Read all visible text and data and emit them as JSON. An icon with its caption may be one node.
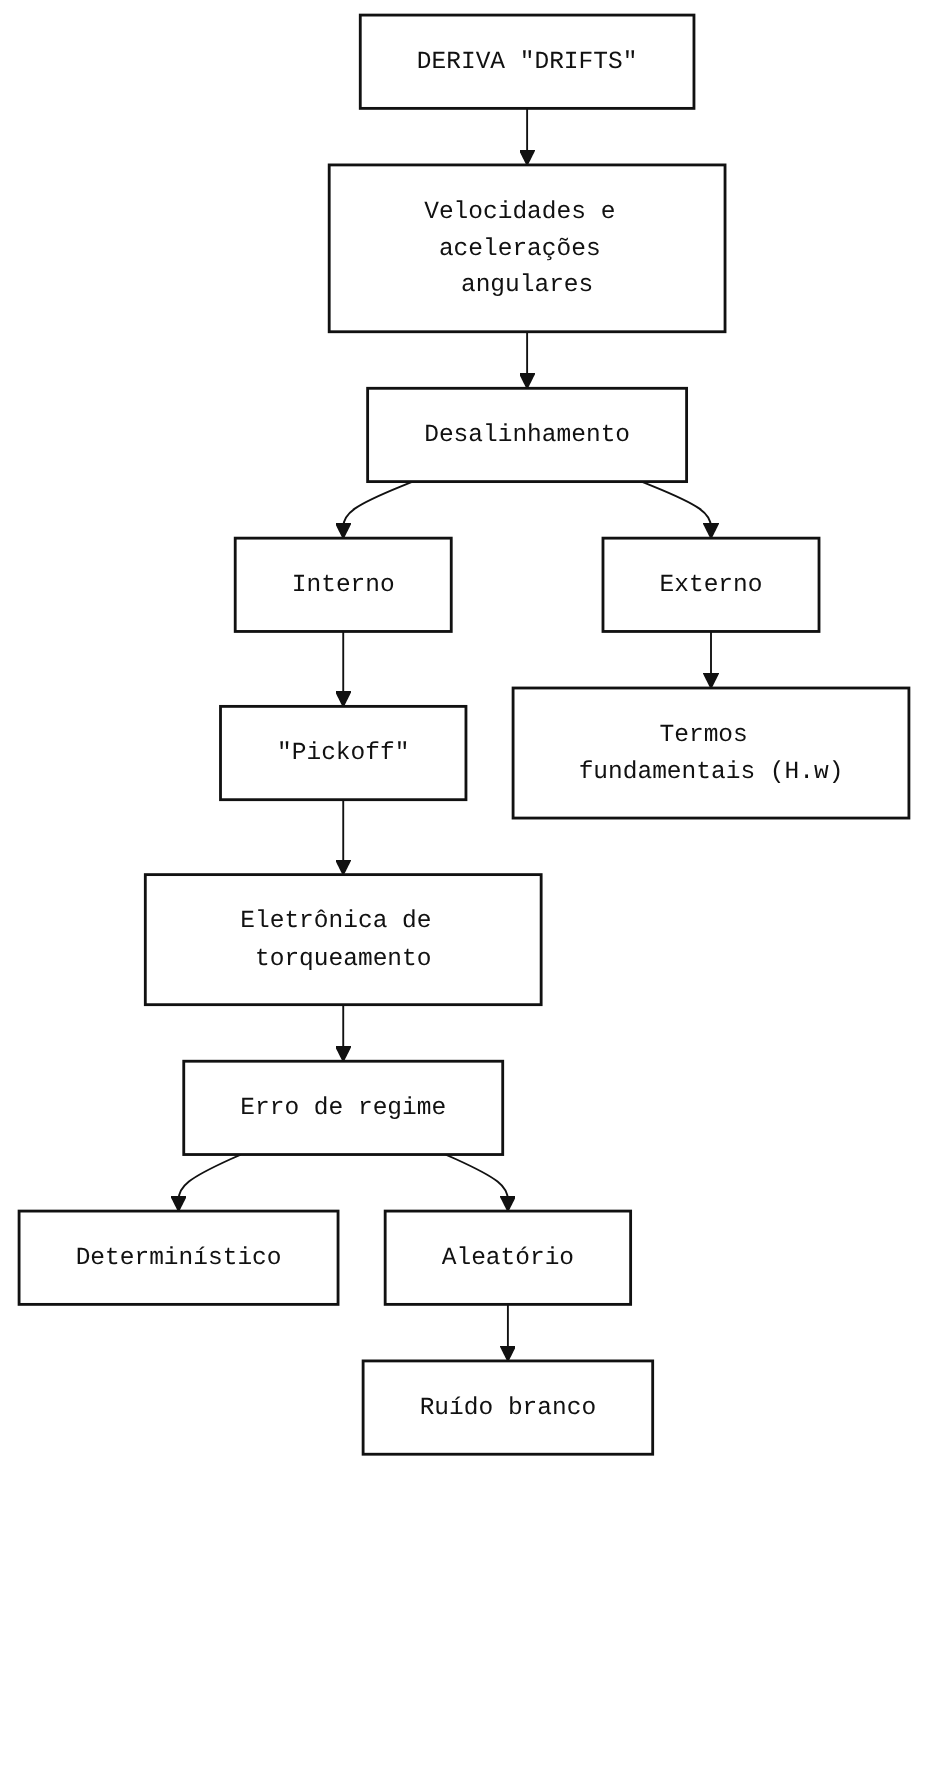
{
  "diagram": {
    "nodes": [
      {
        "text": [
          "DERIVA \"DRIFTS\""
        ]
      },
      {
        "text": [
          "Velocidades e acelerações angulares"
        ]
      },
      {
        "text": [
          "Desalinhamento"
        ]
      },
      {
        "text": [
          "Interno"
        ]
      },
      {
        "text": [
          "Externo"
        ]
      },
      {
        "text": [
          "\"Pickoff\""
        ]
      },
      {
        "text": [
          "Termos fundamentais (H.w)"
        ]
      },
      {
        "text": [
          "Eletrônica de torqueamento"
        ]
      },
      {
        "text": [
          "Erro de regime"
        ]
      },
      {
        "text": [
          "Determinístico"
        ]
      },
      {
        "text": [
          "Aleatório"
        ]
      },
      {
        "text": [
          "Ruído branco"
        ]
      }
    ],
    "edges": [
      {
        "from": 0,
        "to": 1,
        "arrow": "to"
      },
      {
        "from": 1,
        "to": 2,
        "arrow": "to"
      },
      {
        "from": 2,
        "to": 3,
        "arrow": "to"
      },
      {
        "from": 2,
        "to": 4,
        "arrow": "to"
      },
      {
        "from": 3,
        "to": 5,
        "arrow": "to"
      },
      {
        "from": 4,
        "to": 6,
        "arrow": "to"
      },
      {
        "from": 5,
        "to": 7,
        "arrow": "to"
      },
      {
        "from": 7,
        "to": 8,
        "arrow": "to"
      },
      {
        "from": 8,
        "to": 9,
        "arrow": "to"
      },
      {
        "from": 8,
        "to": 10,
        "arrow": "to"
      },
      {
        "from": 10,
        "to": 11,
        "arrow": "to"
      }
    ]
  }
}
